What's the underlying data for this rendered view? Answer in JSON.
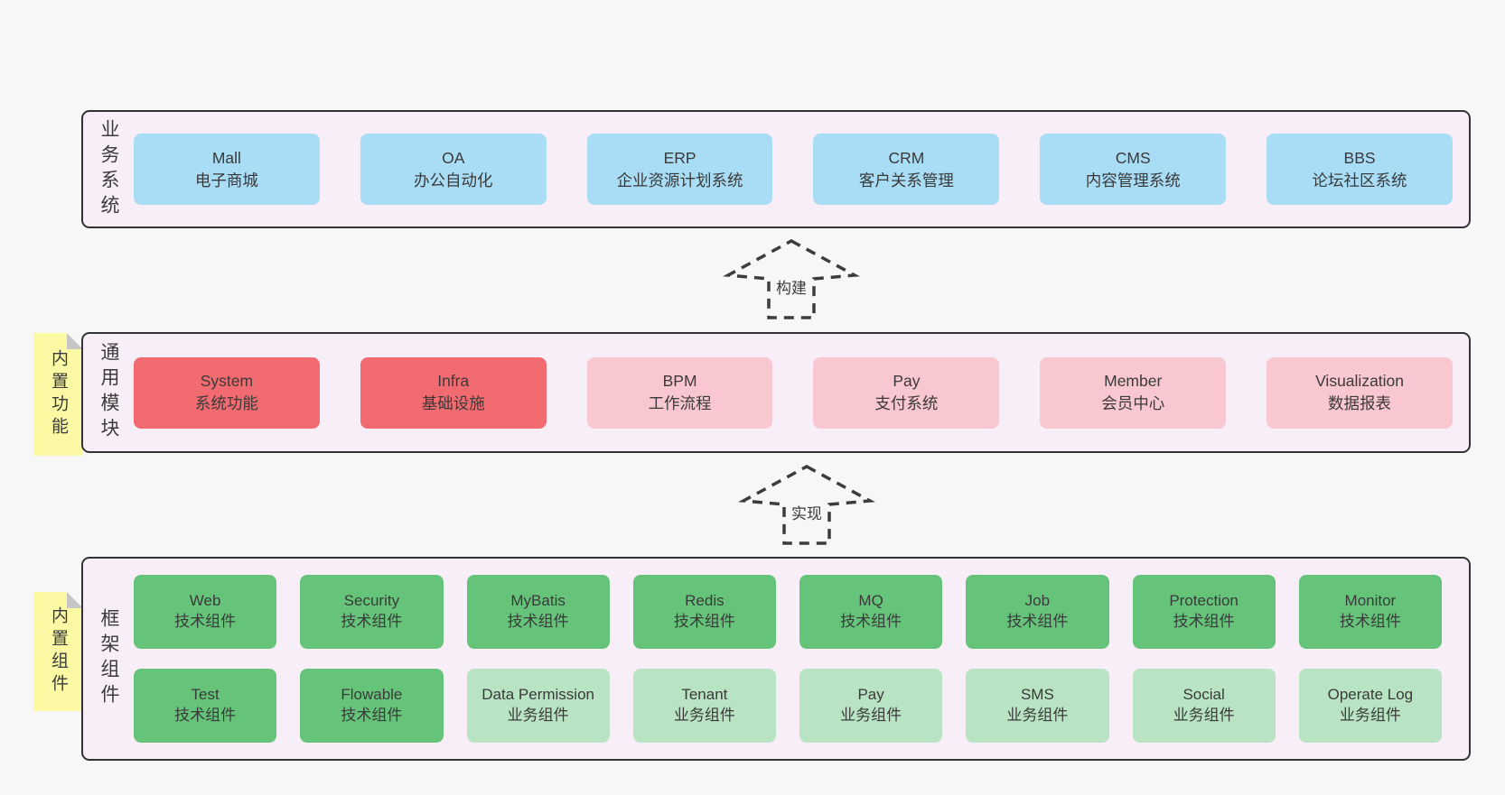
{
  "layers": [
    {
      "id": "business",
      "label": "业务系统",
      "boxes": [
        {
          "title": "Mall",
          "subtitle": "电子商城",
          "variant": "blue"
        },
        {
          "title": "OA",
          "subtitle": "办公自动化",
          "variant": "blue"
        },
        {
          "title": "ERP",
          "subtitle": "企业资源计划系统",
          "variant": "blue"
        },
        {
          "title": "CRM",
          "subtitle": "客户关系管理",
          "variant": "blue"
        },
        {
          "title": "CMS",
          "subtitle": "内容管理系统",
          "variant": "blue"
        },
        {
          "title": "BBS",
          "subtitle": "论坛社区系统",
          "variant": "blue"
        }
      ]
    },
    {
      "id": "modules",
      "label": "通用模块",
      "note": "内置功能",
      "boxes": [
        {
          "title": "System",
          "subtitle": "系统功能",
          "variant": "red"
        },
        {
          "title": "Infra",
          "subtitle": "基础设施",
          "variant": "red"
        },
        {
          "title": "BPM",
          "subtitle": "工作流程",
          "variant": "pink"
        },
        {
          "title": "Pay",
          "subtitle": "支付系统",
          "variant": "pink"
        },
        {
          "title": "Member",
          "subtitle": "会员中心",
          "variant": "pink"
        },
        {
          "title": "Visualization",
          "subtitle": "数据报表",
          "variant": "pink"
        }
      ]
    },
    {
      "id": "components",
      "label": "框架组件",
      "note": "内置组件",
      "rows": [
        [
          {
            "title": "Web",
            "subtitle": "技术组件",
            "variant": "green"
          },
          {
            "title": "Security",
            "subtitle": "技术组件",
            "variant": "green"
          },
          {
            "title": "MyBatis",
            "subtitle": "技术组件",
            "variant": "green"
          },
          {
            "title": "Redis",
            "subtitle": "技术组件",
            "variant": "green"
          },
          {
            "title": "MQ",
            "subtitle": "技术组件",
            "variant": "green"
          },
          {
            "title": "Job",
            "subtitle": "技术组件",
            "variant": "green"
          },
          {
            "title": "Protection",
            "subtitle": "技术组件",
            "variant": "green"
          },
          {
            "title": "Monitor",
            "subtitle": "技术组件",
            "variant": "green"
          }
        ],
        [
          {
            "title": "Test",
            "subtitle": "技术组件",
            "variant": "green"
          },
          {
            "title": "Flowable",
            "subtitle": "技术组件",
            "variant": "green"
          },
          {
            "title": "Data Permission",
            "subtitle": "业务组件",
            "variant": "green-light"
          },
          {
            "title": "Tenant",
            "subtitle": "业务组件",
            "variant": "green-light"
          },
          {
            "title": "Pay",
            "subtitle": "业务组件",
            "variant": "green-light"
          },
          {
            "title": "SMS",
            "subtitle": "业务组件",
            "variant": "green-light"
          },
          {
            "title": "Social",
            "subtitle": "业务组件",
            "variant": "green-light"
          },
          {
            "title": "Operate Log",
            "subtitle": "业务组件",
            "variant": "green-light"
          }
        ]
      ]
    }
  ],
  "arrows": [
    {
      "label": "构建"
    },
    {
      "label": "实现"
    }
  ],
  "colors": {
    "page_bg": "#f7f7f7",
    "panel_bg": "#f8eef7",
    "panel_border": "#333333",
    "box_blue": "#a9dcf5",
    "box_red": "#f16b70",
    "box_pink": "#f9c7d0",
    "box_green": "#66c47a",
    "box_green_light": "#b9e4c3",
    "note_yellow": "#fbf9a3",
    "note_fold_gray": "#c6c6c6",
    "arrow_stroke": "#3c3c3c",
    "text": "#3a3a3a"
  }
}
